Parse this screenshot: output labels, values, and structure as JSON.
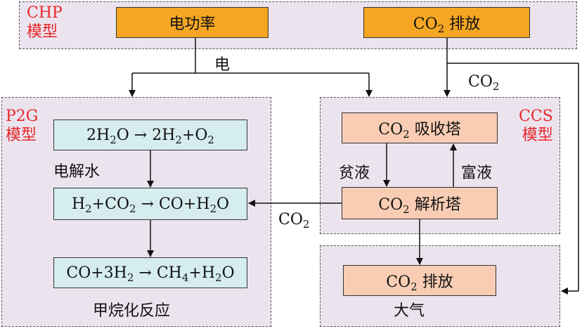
{
  "chp": {
    "label_a": "CHP",
    "label_b": "模型",
    "power_box": "电功率",
    "co2_box_pre": "CO",
    "co2_box_sub": "2",
    "co2_box_post": " 排放"
  },
  "p2g": {
    "label_a": "P2G",
    "label_b": "模型",
    "eq1": {
      "a": "2H",
      "a_sub": "2",
      "b": "O → 2H",
      "b_sub": "2",
      "c": "+O",
      "c_sub": "2"
    },
    "eq1_label": "电解水",
    "eq2": {
      "a": "H",
      "a_sub": "2",
      "b": "+CO",
      "b_sub": "2",
      "c": " → CO+H",
      "c_sub": "2",
      "d": "O"
    },
    "eq3": {
      "a": "CO+3H",
      "a_sub": "2",
      "b": " → CH",
      "b_sub": "4",
      "c": "+H",
      "c_sub": "2",
      "d": "O"
    },
    "eq3_label": "甲烷化反应"
  },
  "ccs": {
    "label_a": "CCS",
    "label_b": "模型",
    "absorber_pre": "CO",
    "absorber_sub": "2",
    "absorber_post": " 吸收塔",
    "stripper_pre": "CO",
    "stripper_sub": "2",
    "stripper_post": " 解析塔",
    "lean": "贫液",
    "rich": "富液"
  },
  "atm": {
    "box_pre": "CO",
    "box_sub": "2",
    "box_post": " 排放",
    "label": "大气"
  },
  "flows": {
    "electricity": "电",
    "co2_right_pre": "CO",
    "co2_right_sub": "2",
    "co2_mid_pre": "CO",
    "co2_mid_sub": "2"
  },
  "colors": {
    "region_fill": "#ebe4ee",
    "chp_box": "#f5a623",
    "p2g_box": "#d6edf0",
    "ccs_box": "#f8cdb4",
    "label_red": "#e8262a"
  }
}
